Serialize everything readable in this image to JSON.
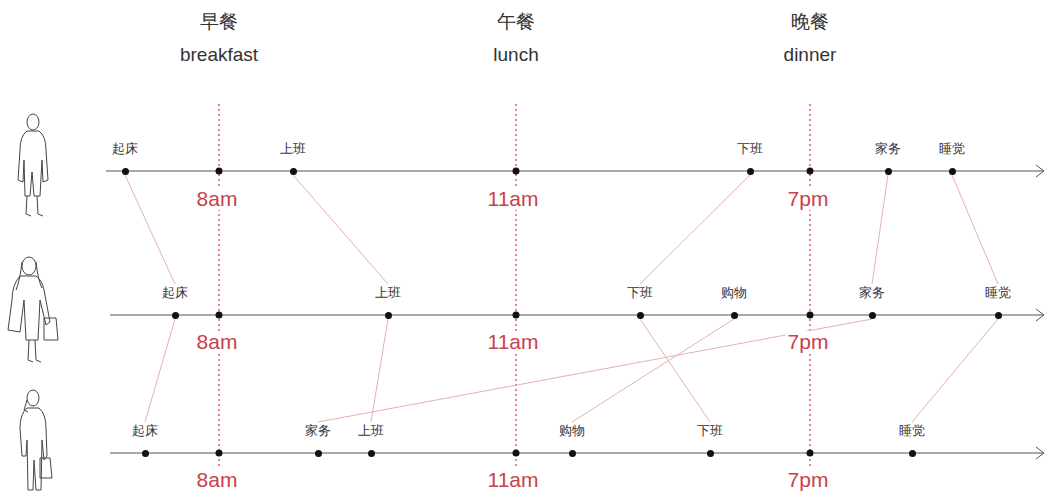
{
  "diagram": {
    "nodes": [
      {
        "text": [
          "起床"
        ]
      },
      {
        "text": [
          "上班"
        ]
      },
      {
        "text": [
          "下班"
        ]
      },
      {
        "text": [
          "家务"
        ]
      },
      {
        "text": [
          "睡觉"
        ]
      },
      {
        "text": [
          "起床"
        ]
      },
      {
        "text": [
          "上班"
        ]
      },
      {
        "text": [
          "下班"
        ]
      },
      {
        "text": [
          "购物"
        ]
      },
      {
        "text": [
          "家务"
        ]
      },
      {
        "text": [
          "睡觉"
        ]
      },
      {
        "text": [
          "起床"
        ]
      },
      {
        "text": [
          "家务"
        ]
      },
      {
        "text": [
          "上班"
        ]
      },
      {
        "text": [
          "购物"
        ]
      },
      {
        "text": [
          "下班"
        ]
      },
      {
        "text": [
          "睡觉"
        ]
      }
    ],
    "edges": [
      {
        "from": 0,
        "to": 5,
        "arrow": "none"
      },
      {
        "from": 5,
        "to": 11,
        "arrow": "none"
      },
      {
        "from": 1,
        "to": 6,
        "arrow": "none"
      },
      {
        "from": 6,
        "to": 13,
        "arrow": "none"
      },
      {
        "from": 2,
        "to": 7,
        "arrow": "none"
      },
      {
        "from": 7,
        "to": 15,
        "arrow": "none"
      },
      {
        "from": 8,
        "to": 14,
        "arrow": "none"
      },
      {
        "from": 3,
        "to": 9,
        "arrow": "none"
      },
      {
        "from": 9,
        "to": 12,
        "arrow": "none"
      },
      {
        "from": 4,
        "to": 10,
        "arrow": "none"
      },
      {
        "from": 10,
        "to": 16,
        "arrow": "none"
      }
    ],
    "labels": [
      "早餐",
      "breakfast",
      "午餐",
      "lunch",
      "晚餐",
      "dinner",
      "8am",
      "11am",
      "7pm",
      "8am",
      "11am",
      "7pm",
      "8am",
      "11am",
      "7pm"
    ]
  }
}
